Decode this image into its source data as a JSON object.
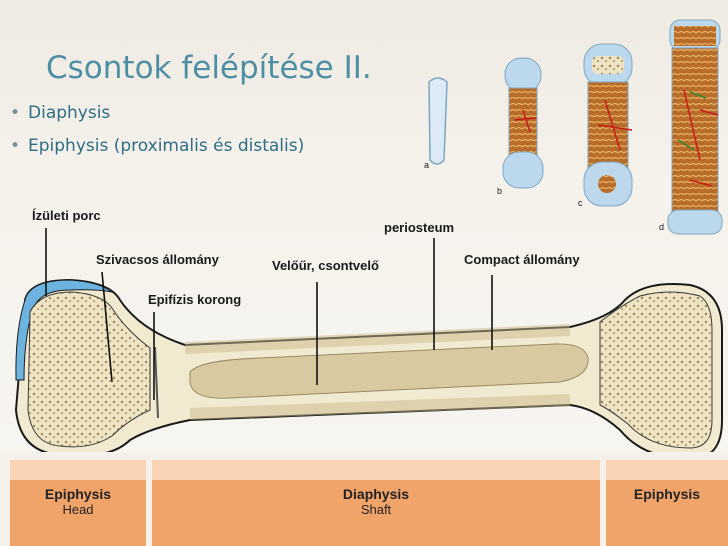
{
  "slide": {
    "title": "Csontok felépítése II.",
    "bullets": [
      "Diaphysis",
      "Epiphysis (proximalis és distalis)"
    ]
  },
  "stages": {
    "a": "a",
    "b": "b",
    "c": "c",
    "d": "d"
  },
  "labels": {
    "articular_cartilage": "Ízületi porc",
    "spongy_bone": "Szivacsos állomány",
    "epiphyseal_plate": "Epifízis korong",
    "marrow": "Velőűr, csontvelő",
    "periosteum": "periosteum",
    "compact_bone": "Compact állomány"
  },
  "regions": {
    "left": {
      "name": "Epiphysis",
      "sub": "Head"
    },
    "middle": {
      "name": "Diaphysis",
      "sub": "Shaft"
    },
    "right": {
      "name": "Epiphysis",
      "sub": ""
    }
  },
  "colors": {
    "title": "#4f8fa6",
    "bullet": "#2d6e85",
    "band": "#f1a46a",
    "cartilage": "#6db3e0",
    "spongy": "#e8dcb8",
    "marrow": "#d7c9a0"
  }
}
